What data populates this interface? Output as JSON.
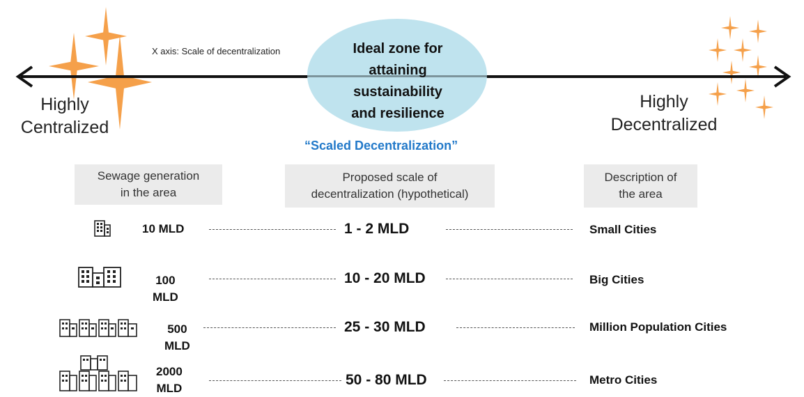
{
  "axis": {
    "caption": "X axis: Scale of decentralization",
    "left_label": [
      "Highly",
      "Centralized"
    ],
    "right_label": [
      "Highly",
      "Decentralized"
    ]
  },
  "ideal_zone": {
    "lines": [
      "Ideal zone for",
      "attaining",
      "sustainability",
      "and resilience"
    ]
  },
  "scaled_title": "“Scaled Decentralization”",
  "headers": {
    "generation": [
      "Sewage generation",
      "in the area"
    ],
    "scale": [
      "Proposed scale of",
      "decentralization (hypothetical)"
    ],
    "description": [
      "Description of",
      "the area"
    ]
  },
  "rows": [
    {
      "generation": [
        "10 MLD"
      ],
      "scale": "1 - 2 MLD",
      "description": "Small Cities",
      "buildings_icon": "building-icon"
    },
    {
      "generation": [
        "100",
        "MLD"
      ],
      "scale": "10 - 20 MLD",
      "description": "Big Cities",
      "buildings_icon": "buildings-icon"
    },
    {
      "generation": [
        "500",
        "MLD"
      ],
      "scale": "25 - 30 MLD",
      "description": "Million Population Cities",
      "buildings_icon": "buildings-icon"
    },
    {
      "generation": [
        "2000",
        "MLD"
      ],
      "scale": "50 - 80 MLD",
      "description": "Metro Cities",
      "buildings_icon": "buildings-icon"
    }
  ],
  "colors": {
    "star": "#f5a04a",
    "scaled_title": "#2279c9",
    "ideal_zone": "#bfe3ee",
    "header_box": "#ebebeb"
  }
}
